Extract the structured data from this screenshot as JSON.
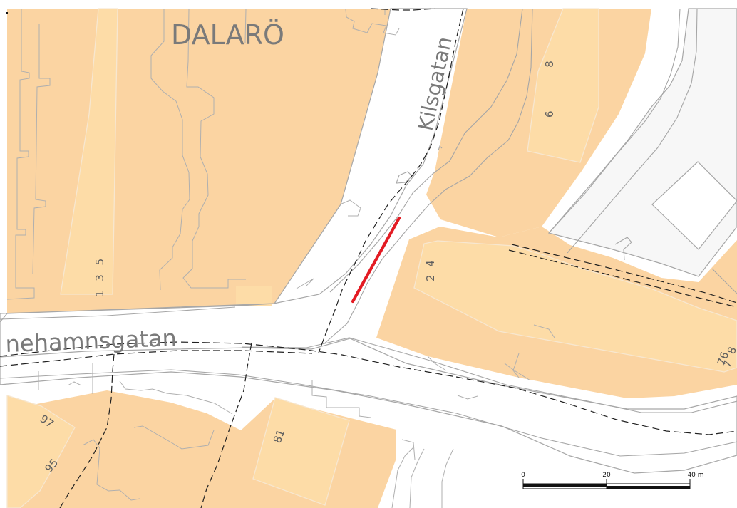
{
  "map": {
    "place_name": "DALARÖ",
    "street_labels": {
      "kilsgatan": "Kilsgatan",
      "main_street_fragment": "nehamnsgatan"
    },
    "building_numbers": {
      "left_block": "1 3 5",
      "top_right": "6 8",
      "right_block": "2 4",
      "bottom_left_97": "97",
      "bottom_left_95": "95",
      "bottom_middle_81": "81",
      "right_edge_76": "76",
      "right_edge_8": "8",
      "right_edge_7": "7"
    },
    "scale_bar": {
      "label_0": "0",
      "label_20": "20",
      "label_40": "40 m"
    },
    "colors": {
      "block_fill": "#FBD4A2",
      "building_fill": "#FDDCA7",
      "road_fill": "#FFFFFF",
      "outline": "#9E9E9E",
      "highlight": "#E31B23"
    }
  }
}
